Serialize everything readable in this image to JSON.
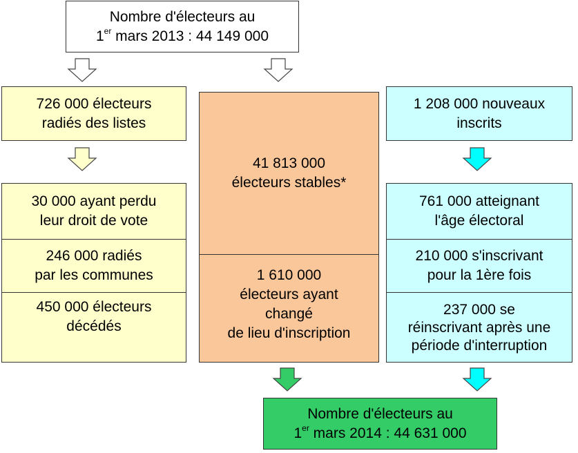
{
  "top_box": {
    "line1": "Nombre d'électeurs au",
    "line2_prefix": "1",
    "line2_sup": "er",
    "line2_rest": " mars 2013 : 44 149 000"
  },
  "left": {
    "header": [
      "726 000 électeurs",
      "radiés des listes"
    ],
    "items": [
      [
        "30 000 ayant perdu",
        "leur droit de vote"
      ],
      [
        "246 000 radiés",
        "par les communes"
      ],
      [
        "450 000 électeurs",
        "décédés"
      ]
    ]
  },
  "middle": {
    "stable": [
      "41 813 000",
      "électeurs stables*"
    ],
    "changed": [
      "1 610 000",
      "électeurs ayant",
      "changé",
      "de lieu d'inscription"
    ]
  },
  "right": {
    "header": [
      "1 208 000 nouveaux",
      "inscrits"
    ],
    "items": [
      [
        "761 000 atteignant",
        "l'âge électoral"
      ],
      [
        "210 000 s'inscrivant",
        "pour la 1ère fois"
      ],
      [
        "237 000 se",
        "réinscrivant après une",
        "période d'interruption"
      ]
    ]
  },
  "bottom_box": {
    "line1": "Nombre d'électeurs au",
    "line2_prefix": "1",
    "line2_sup": "er",
    "line2_rest": " mars 2014 : 44 631 000"
  },
  "colors": {
    "yellow": "#ffffcc",
    "orange": "#fac79a",
    "cyan": "#ccffff",
    "green": "#33cc66"
  }
}
